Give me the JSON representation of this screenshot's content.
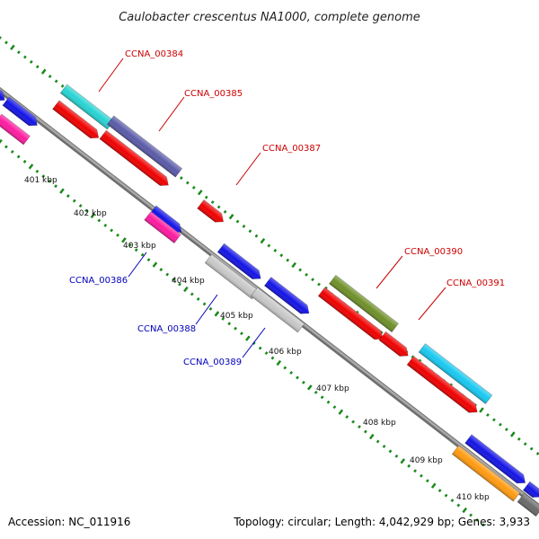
{
  "title": "Caulobacter crescentus NA1000, complete genome",
  "footer": {
    "accession": "Accession: NC_011916",
    "info": "Topology: circular; Length: 4,042,929 bp; Genes: 3,933"
  },
  "colors": {
    "backbone": "#8a8a8a",
    "dots": "#1a8a1a",
    "label_plus": "#cc0000",
    "label_minus": "#0000bb"
  },
  "kbp_labels": [
    "401 kbp",
    "402 kbp",
    "403 kbp",
    "404 kbp",
    "405 kbp",
    "406 kbp",
    "407 kbp",
    "408 kbp",
    "409 kbp",
    "410 kbp"
  ],
  "gene_labels": [
    {
      "text": "CCNA_00384",
      "strand": "plus"
    },
    {
      "text": "CCNA_00385",
      "strand": "plus"
    },
    {
      "text": "CCNA_00387",
      "strand": "plus"
    },
    {
      "text": "CCNA_00390",
      "strand": "plus"
    },
    {
      "text": "CCNA_00391",
      "strand": "plus"
    },
    {
      "text": "CCNA_00386",
      "strand": "minus"
    },
    {
      "text": "CCNA_00388",
      "strand": "minus"
    },
    {
      "text": "CCNA_00389",
      "strand": "minus"
    }
  ]
}
